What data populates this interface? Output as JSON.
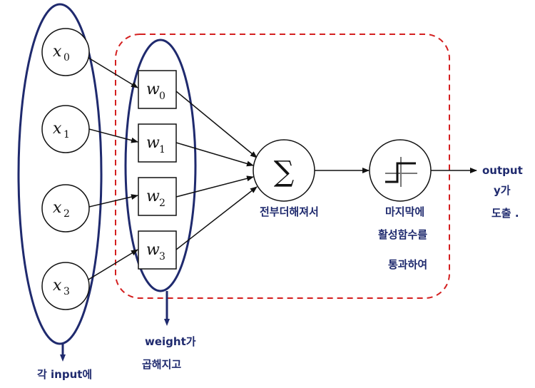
{
  "inputs": [
    {
      "symbol": "x",
      "sub": "0"
    },
    {
      "symbol": "x",
      "sub": "1"
    },
    {
      "symbol": "x",
      "sub": "2"
    },
    {
      "symbol": "x",
      "sub": "3"
    }
  ],
  "weights": [
    {
      "symbol": "w",
      "sub": "0"
    },
    {
      "symbol": "w",
      "sub": "1"
    },
    {
      "symbol": "w",
      "sub": "2"
    },
    {
      "symbol": "w",
      "sub": "3"
    }
  ],
  "sum_symbol": "∑",
  "annotations": {
    "sum_note": "전부더해져서",
    "activation_note_1": "마지막에",
    "activation_note_2": "활성함수를",
    "activation_note_3": "통과하여",
    "output_note_1": "output",
    "output_note_2": "y가",
    "output_note_3": "도출 .",
    "weight_note_1": "weight가",
    "weight_note_2": "곱해지고",
    "input_note": "각 input에"
  },
  "colors": {
    "ellipse": "#1f2a6e",
    "dashed_box": "#d42020",
    "arrows": "#111111",
    "handwriting": "#1f2a6e"
  }
}
